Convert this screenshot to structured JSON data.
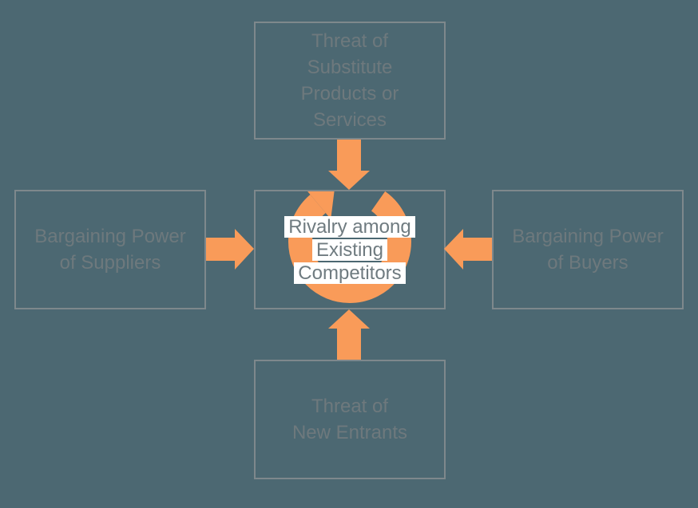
{
  "page": {
    "background_color": "#4C6872",
    "accent_color": "#F99B59",
    "box_border_color": "#7E888C",
    "box_text_color": "#6E797D",
    "center_text_color": "#6F7B80",
    "highlight_background": "#FFFFFF"
  },
  "forces": {
    "substitutes": {
      "label": "Threat of\nSubstitute\nProducts or\nServices"
    },
    "suppliers": {
      "label": "Bargaining Power\nof Suppliers"
    },
    "buyers": {
      "label": "Bargaining Power\nof Buyers"
    },
    "new_entrants": {
      "label": "Threat of\nNew Entrants"
    },
    "rivalry": {
      "lines": [
        "Rivalry among",
        "Existing",
        "Competitors"
      ]
    }
  },
  "icons": {
    "cycle_arrow": "circular-clockwise-arrow",
    "arrows": [
      "arrow-down-substitutes-to-center",
      "arrow-right-suppliers-to-center",
      "arrow-left-buyers-to-center",
      "arrow-up-new-entrants-to-center"
    ]
  }
}
